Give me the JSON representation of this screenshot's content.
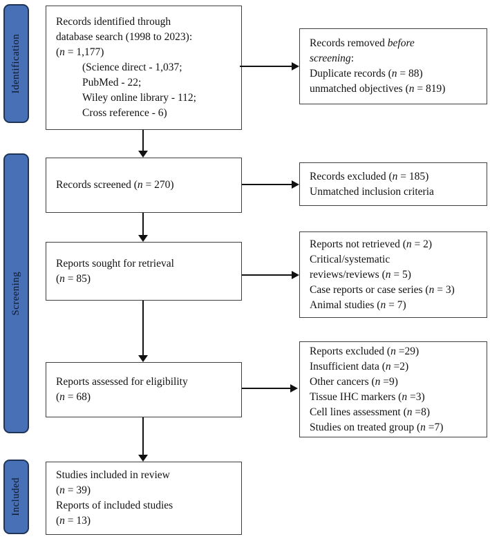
{
  "title": "PRISMA study selection flow diagram",
  "colors": {
    "stage_fill": "#4870b7",
    "stage_border": "#1f3557",
    "box_border": "#3d3d3d",
    "arrow": "#111111",
    "background": "#ffffff",
    "text": "#111111"
  },
  "stages": [
    {
      "label": "Identification"
    },
    {
      "label": "Screening"
    },
    {
      "label": "Included"
    }
  ],
  "boxes": {
    "identified": {
      "lines": [
        {
          "seg": [
            {
              "t": "Records identified through"
            }
          ]
        },
        {
          "seg": [
            {
              "t": "database search (1998 to 2023):"
            }
          ]
        },
        {
          "seg": [
            {
              "t": "("
            },
            {
              "t": "n",
              "i": true
            },
            {
              "t": " = 1,177)"
            }
          ]
        },
        {
          "indent": true,
          "seg": [
            {
              "t": "(Science direct - 1,037;"
            }
          ]
        },
        {
          "indent": true,
          "seg": [
            {
              "t": "PubMed - 22;"
            }
          ]
        },
        {
          "indent": true,
          "seg": [
            {
              "t": "Wiley online library - 112;"
            }
          ]
        },
        {
          "indent": true,
          "seg": [
            {
              "t": "Cross reference - 6)"
            }
          ]
        }
      ]
    },
    "removed": {
      "lines": [
        {
          "seg": [
            {
              "t": "Records removed "
            },
            {
              "t": "before",
              "i": true
            }
          ]
        },
        {
          "seg": [
            {
              "t": "screening",
              "i": true
            },
            {
              "t": ":"
            }
          ]
        },
        {
          "seg": [
            {
              "t": "Duplicate records ("
            },
            {
              "t": "n",
              "i": true
            },
            {
              "t": " = 88)"
            }
          ]
        },
        {
          "seg": [
            {
              "t": "unmatched objectives ("
            },
            {
              "t": "n",
              "i": true
            },
            {
              "t": " = 819)"
            }
          ]
        }
      ]
    },
    "screened": {
      "lines": [
        {
          "seg": [
            {
              "t": "Records screened ("
            },
            {
              "t": "n",
              "i": true
            },
            {
              "t": " = 270)"
            }
          ]
        }
      ]
    },
    "excluded_screening": {
      "lines": [
        {
          "seg": [
            {
              "t": "Records excluded ("
            },
            {
              "t": "n",
              "i": true
            },
            {
              "t": " = 185)"
            }
          ]
        },
        {
          "seg": [
            {
              "t": "Unmatched inclusion criteria"
            }
          ]
        }
      ]
    },
    "sought": {
      "lines": [
        {
          "seg": [
            {
              "t": "Reports sought for retrieval"
            }
          ]
        },
        {
          "seg": [
            {
              "t": "("
            },
            {
              "t": "n",
              "i": true
            },
            {
              "t": " = 85)"
            }
          ]
        }
      ]
    },
    "not_retrieved": {
      "lines": [
        {
          "seg": [
            {
              "t": "Reports not retrieved ("
            },
            {
              "t": "n",
              "i": true
            },
            {
              "t": " = 2)"
            }
          ]
        },
        {
          "seg": [
            {
              "t": "Critical/systematic"
            }
          ]
        },
        {
          "seg": [
            {
              "t": "reviews/reviews  ("
            },
            {
              "t": "n",
              "i": true
            },
            {
              "t": " = 5)"
            }
          ]
        },
        {
          "seg": [
            {
              "t": "Case reports or case series ("
            },
            {
              "t": "n",
              "i": true
            },
            {
              "t": " = 3)"
            }
          ]
        },
        {
          "seg": [
            {
              "t": "Animal studies ("
            },
            {
              "t": "n",
              "i": true
            },
            {
              "t": " = 7)"
            }
          ]
        }
      ]
    },
    "assessed": {
      "lines": [
        {
          "seg": [
            {
              "t": "Reports assessed for eligibility"
            }
          ]
        },
        {
          "seg": [
            {
              "t": "("
            },
            {
              "t": "n",
              "i": true
            },
            {
              "t": " = 68)"
            }
          ]
        }
      ]
    },
    "excluded_eligibility": {
      "lines": [
        {
          "seg": [
            {
              "t": "Reports excluded ("
            },
            {
              "t": "n",
              "i": true
            },
            {
              "t": " =29)"
            }
          ]
        },
        {
          "seg": [
            {
              "t": "Insufficient data ("
            },
            {
              "t": "n",
              "i": true
            },
            {
              "t": " =2)"
            }
          ]
        },
        {
          "seg": [
            {
              "t": "Other cancers ("
            },
            {
              "t": "n",
              "i": true
            },
            {
              "t": " =9)"
            }
          ]
        },
        {
          "seg": [
            {
              "t": "Tissue IHC markers ("
            },
            {
              "t": "n",
              "i": true
            },
            {
              "t": " =3)"
            }
          ]
        },
        {
          "seg": [
            {
              "t": "Cell lines assessment ("
            },
            {
              "t": "n",
              "i": true
            },
            {
              "t": " =8)"
            }
          ]
        },
        {
          "seg": [
            {
              "t": "Studies on treated group ("
            },
            {
              "t": "n",
              "i": true
            },
            {
              "t": " =7)"
            }
          ]
        }
      ]
    },
    "included": {
      "lines": [
        {
          "seg": [
            {
              "t": "Studies included in review"
            }
          ]
        },
        {
          "seg": [
            {
              "t": "("
            },
            {
              "t": "n",
              "i": true
            },
            {
              "t": " = 39)"
            }
          ]
        },
        {
          "seg": [
            {
              "t": "Reports of included studies"
            }
          ]
        },
        {
          "seg": [
            {
              "t": "("
            },
            {
              "t": "n",
              "i": true
            },
            {
              "t": " = 13)"
            }
          ]
        }
      ]
    }
  }
}
